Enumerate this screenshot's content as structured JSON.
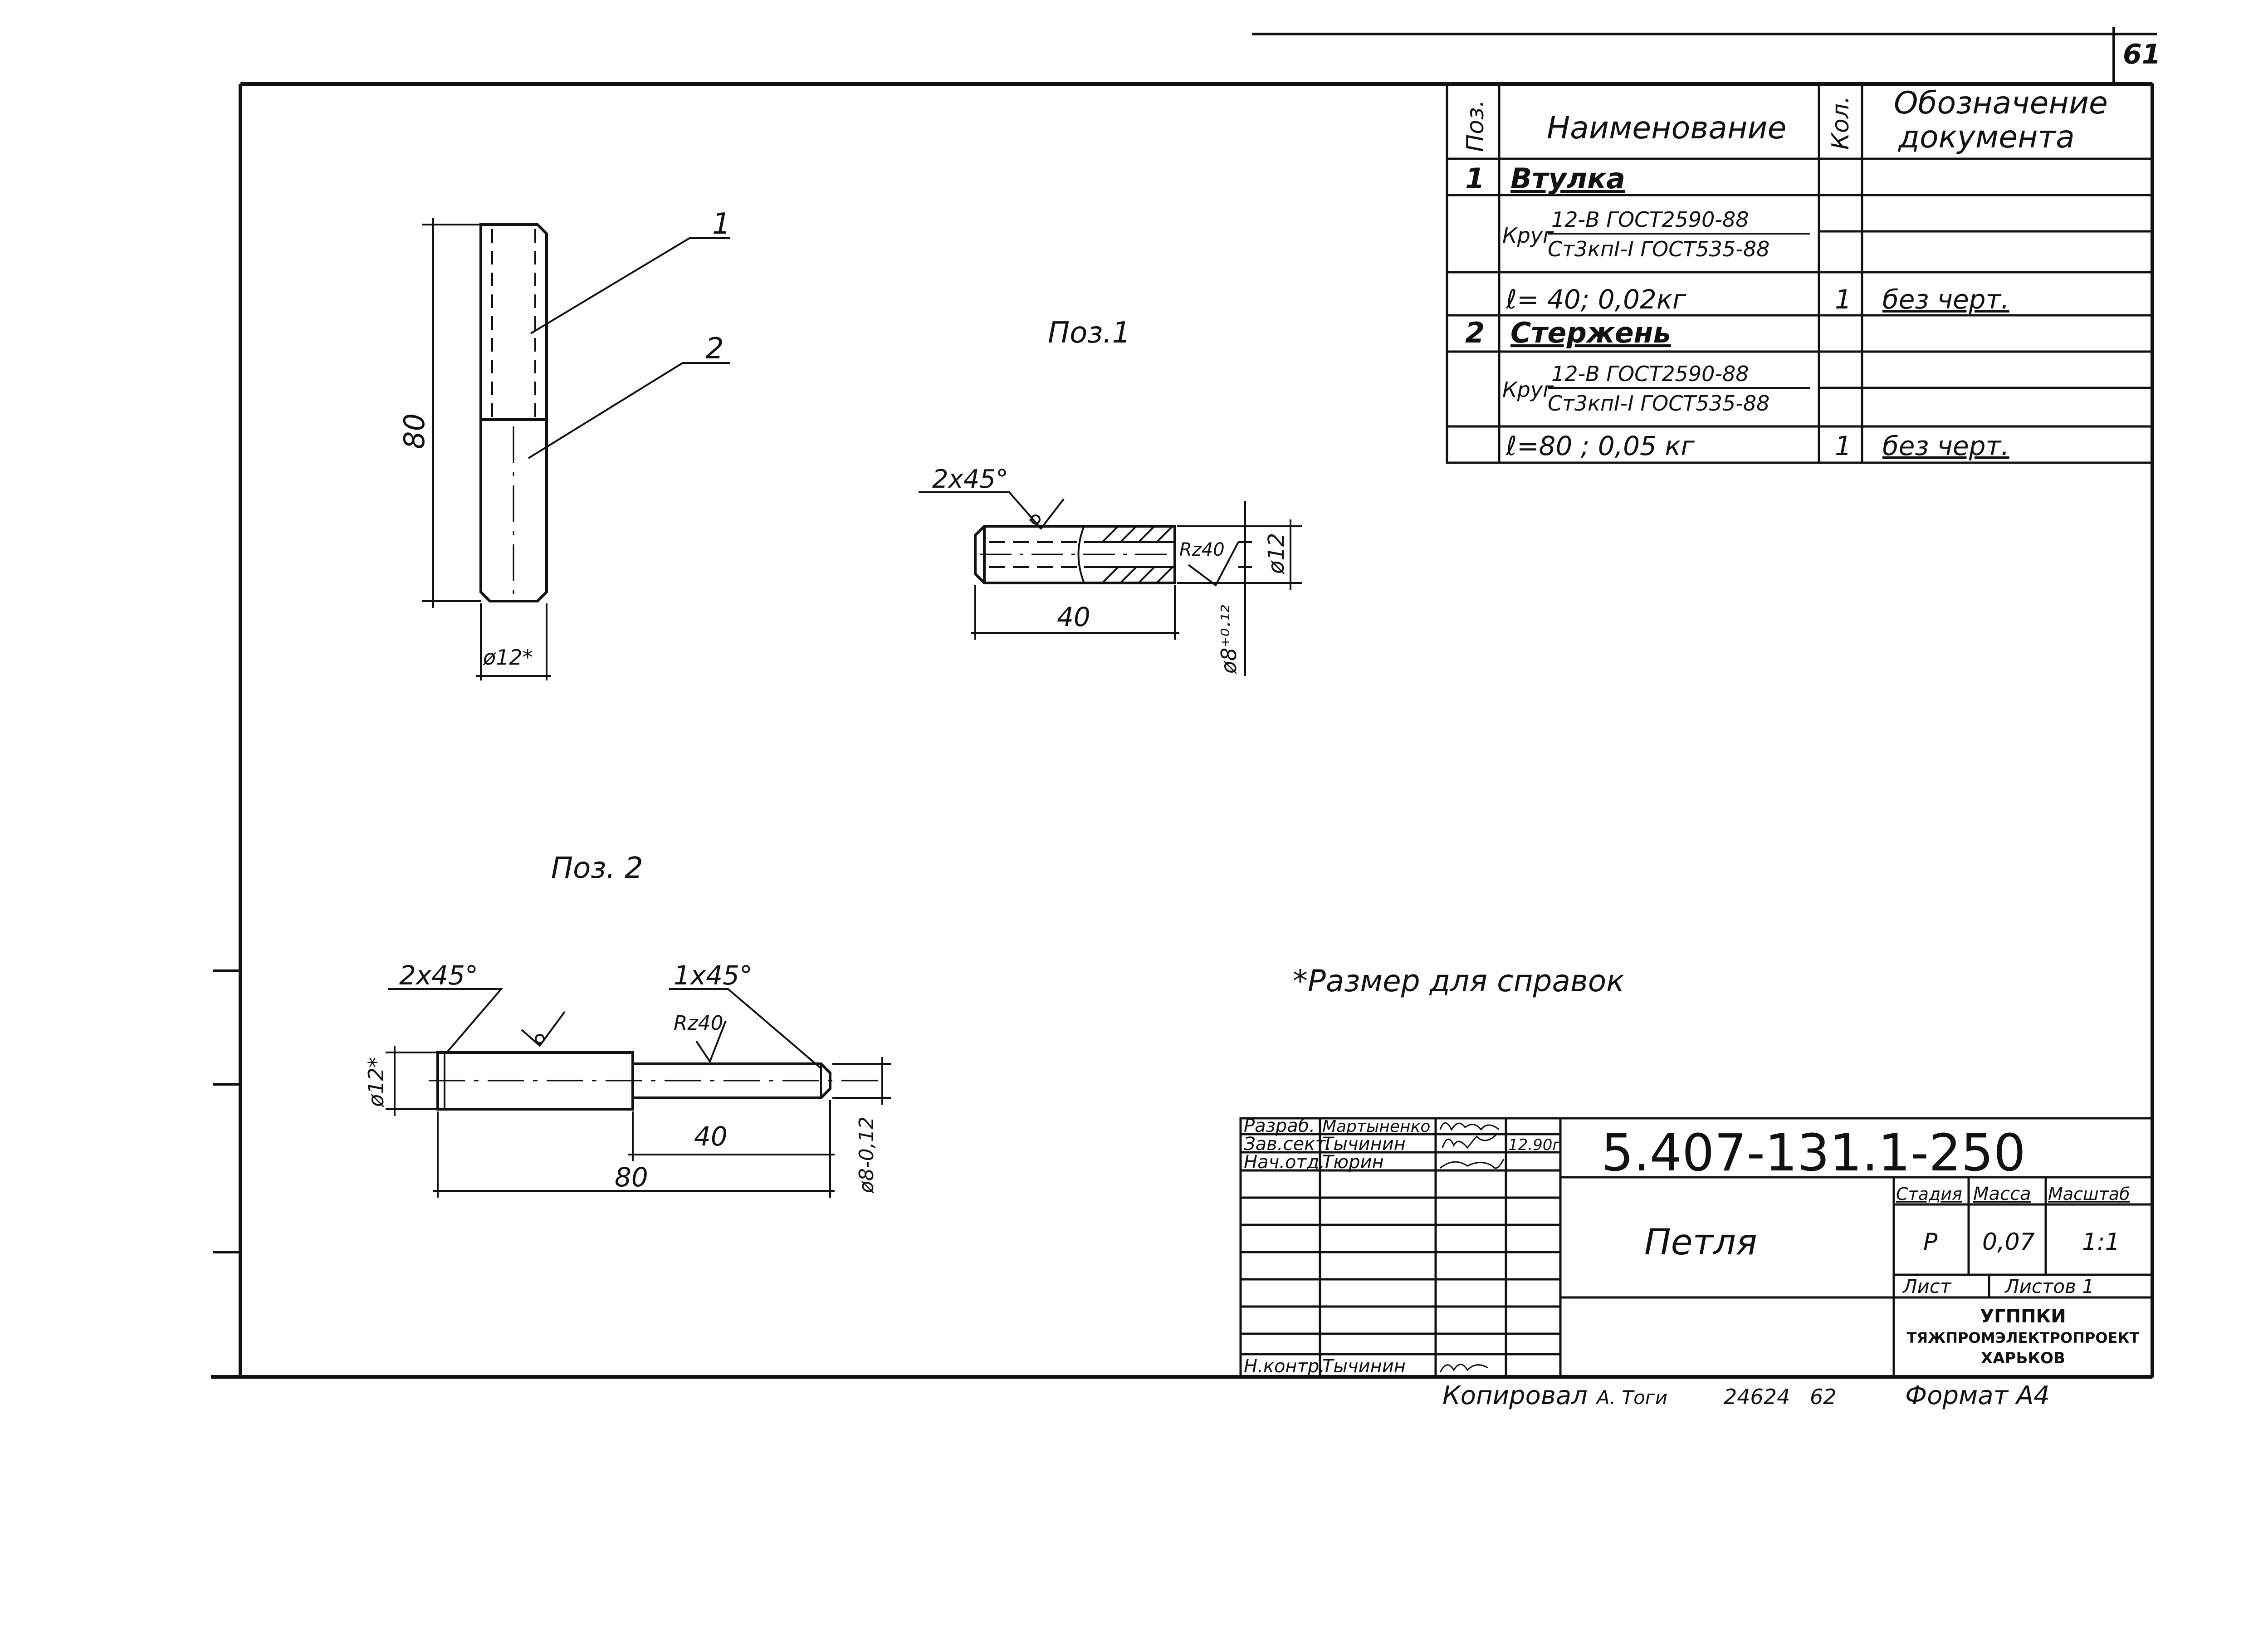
{
  "sheet_number": "61",
  "spec": {
    "headers": {
      "pos": "Поз.",
      "name": "Наименование",
      "qty": "Кол.",
      "doc_line1": "Обозначение",
      "doc_line2": "документа"
    },
    "items": [
      {
        "pos": "1",
        "name": "Втулка",
        "mat_prefix": "Круг",
        "mat_top": "12-В ГОСТ2590-88",
        "mat_bottom": "Ст3кпI-I ГОСТ535-88",
        "size": "ℓ= 40;  0,02кг",
        "qty": "1",
        "doc": "без  черт."
      },
      {
        "pos": "2",
        "name": "Стержень",
        "mat_prefix": "Круг",
        "mat_top": "12-В ГОСТ2590-88",
        "mat_bottom": "Ст3кпI-I ГОСТ535-88",
        "size": "ℓ=80 ; 0,05 кг",
        "qty": "1",
        "doc": "без  черт."
      }
    ]
  },
  "assembly": {
    "dim_length": "80",
    "dim_diameter": "ø12*",
    "leader_1": "1",
    "leader_2": "2"
  },
  "pos1": {
    "title": "Поз.1",
    "chamfer": "2х45°",
    "roughness": "Rz40",
    "dim_length": "40",
    "dim_outer": "ø12",
    "dim_inner": "ø8⁺⁰·¹²"
  },
  "pos2": {
    "title": "Поз. 2",
    "chamfer_left": "2х45°",
    "chamfer_right": "1х45°",
    "roughness": "Rz40",
    "dim_big_dia": "ø12*",
    "dim_small_dia": "ø8-0,12",
    "dim_step": "40",
    "dim_total": "80"
  },
  "note": "*Размер для справок",
  "title_block": {
    "code": "5.407-131.1-250",
    "name": "Петля",
    "roles": [
      {
        "role": "Разраб.",
        "person": "Мартыненко"
      },
      {
        "role": "Зав.сект.",
        "person": "Тычинин"
      },
      {
        "role": "Нач.отд.",
        "person": "Тюрин"
      }
    ],
    "date": "12.90г",
    "control_role": "Н.контр.",
    "control_person": "Тычинин",
    "col_stage": "Стадия",
    "col_mass": "Масса",
    "col_scale": "Масштаб",
    "stage": "Р",
    "mass": "0,07",
    "scale": "1:1",
    "sheet_label": "Лист",
    "sheets_label": "Листов 1",
    "org_line1": "УГППКИ",
    "org_line2": "ТЯЖПРОМЭЛЕКТРОПРОЕКТ",
    "org_line3": "ХАРЬКОВ"
  },
  "copied": "Копировал",
  "copied_by": "А. Тоги",
  "order_no": "24624",
  "order_sheet": "62",
  "format": "Формат А4"
}
